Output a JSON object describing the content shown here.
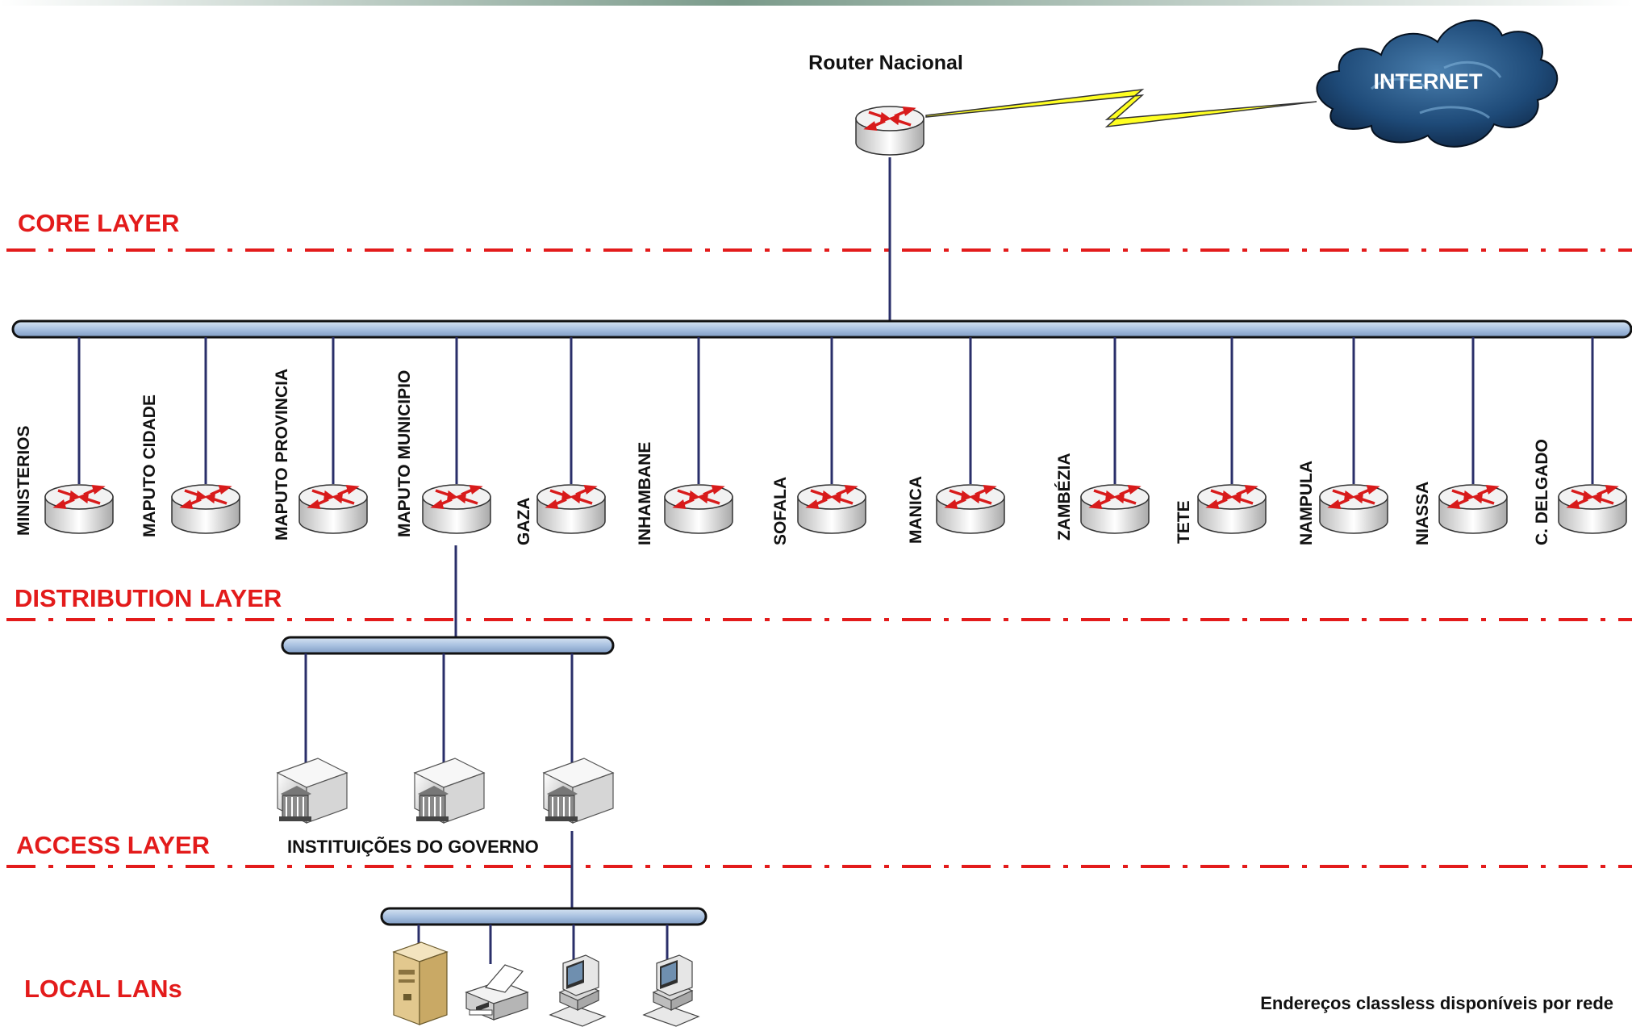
{
  "router_nacional": {
    "label": "Router Nacional"
  },
  "internet": {
    "label": "INTERNET"
  },
  "layers": {
    "core": "CORE LAYER",
    "distribution": "DISTRIBUTION LAYER",
    "access": "ACCESS LAYER",
    "local": "LOCAL LANs"
  },
  "distribution_routers": [
    "MINISTERIOS",
    "MAPUTO CIDADE",
    "MAPUTO PROVINCIA",
    "MAPUTO MUNICIPIO",
    "GAZA",
    "INHAMBANE",
    "SOFALA",
    "MANICA",
    "ZAMBÉZIA",
    "TETE",
    "NAMPULA",
    "NIASSA",
    "C. DELGADO"
  ],
  "access": {
    "caption": "INSTITUIÇÕES DO GOVERNO"
  },
  "local_devices": [
    "server-icon",
    "printer-icon",
    "workstation-icon",
    "workstation-icon"
  ],
  "footnote": "Endereços classless disponíveis por rede",
  "colors": {
    "layer_text": "#e31b1b",
    "bus": "#a9c1e0",
    "link": "#2a2f6a",
    "router_arrow": "#d81b1b",
    "bolt": "#ffff22"
  }
}
